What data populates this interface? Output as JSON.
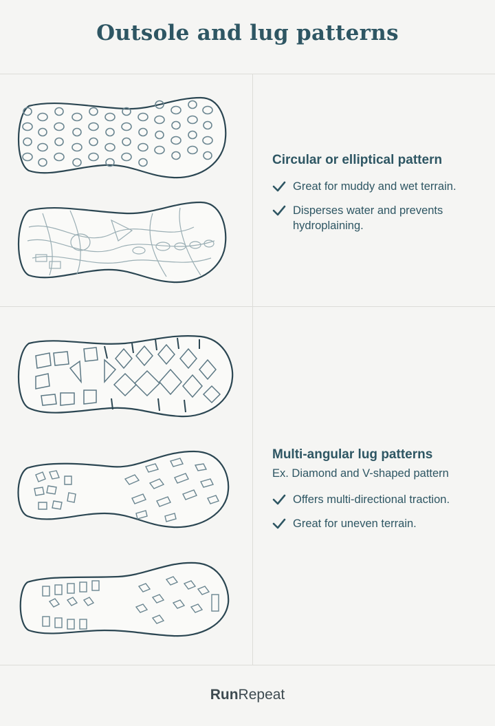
{
  "title": "Outsole and lug patterns",
  "sections": [
    {
      "heading": "Circular or elliptical pattern",
      "subtitle": "",
      "bullets": [
        "Great for muddy and wet terrain.",
        "Disperses water and prevents hydroplaining."
      ]
    },
    {
      "heading": "Multi-angular lug patterns",
      "subtitle": "Ex. Diamond and V-shaped pattern",
      "bullets": [
        "Offers multi-directional traction.",
        "Great for uneven terrain."
      ]
    }
  ],
  "footer": {
    "brand_bold": "Run",
    "brand_regular": "Repeat"
  },
  "colors": {
    "accent": "#2e5663",
    "background": "#f5f5f3",
    "divider": "#dcdcd8"
  },
  "icons": {
    "bullet": "checkmark-icon"
  }
}
